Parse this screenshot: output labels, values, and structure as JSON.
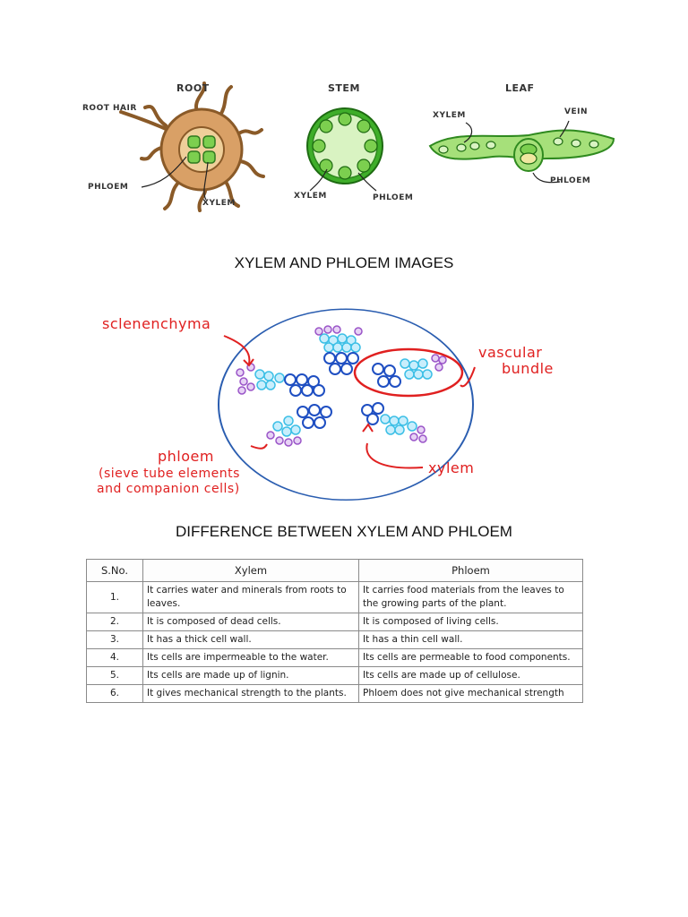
{
  "fig1": {
    "labels": {
      "root": "ROOT",
      "stem": "STEM",
      "leaf": "LEAF",
      "root_hair": "ROOT HAIR",
      "root_phloem": "PHLOEM",
      "root_xylem": "XYLEM",
      "stem_xylem": "XYLEM",
      "stem_phloem": "PHLOEM",
      "leaf_xylem": "XYLEM",
      "leaf_vein": "VEIN",
      "leaf_phloem": "PHLOEM"
    },
    "colors": {
      "root": "#d9a066",
      "root_inner": "#efcf9a",
      "stem": "#3fae2a",
      "leaf": "#a6e07a",
      "vascular": "#7ccf4f"
    }
  },
  "caption1": "XYLEM AND PHLOEM IMAGES",
  "fig2": {
    "labels": {
      "sclerenchyma": "sclenenchyma",
      "vascular1": "vascular",
      "vascular2": "bundle",
      "phloem": "phloem",
      "phloem_desc1": "(sieve tube elements",
      "phloem_desc2": "and companion cells)",
      "xylem": "xylem"
    },
    "colors": {
      "label": "#e02020",
      "outline": "#2a5db0",
      "xylem": "#1f4fc2",
      "phloem": "#3cbfe6",
      "sclerenchyma": "#9a55c8"
    }
  },
  "caption2": "DIFFERENCE BETWEEN XYLEM AND PHLOEM",
  "table": {
    "headers": [
      "S.No.",
      "Xylem",
      "Phloem"
    ],
    "rows": [
      {
        "sno": "1.",
        "xylem": "It carries water and minerals from roots to leaves.",
        "phloem": "It carries food materials from the leaves to the growing parts of the plant."
      },
      {
        "sno": "2.",
        "xylem": "It is composed of dead cells.",
        "phloem": "It is composed of living cells."
      },
      {
        "sno": "3.",
        "xylem": "It has a thick cell wall.",
        "phloem": "It has a thin cell wall."
      },
      {
        "sno": "4.",
        "xylem": "Its cells are impermeable to the water.",
        "phloem": "Its cells are permeable to food components."
      },
      {
        "sno": "5.",
        "xylem": "Its cells are made up of lignin.",
        "phloem": "Its cells are made up of cellulose."
      },
      {
        "sno": "6.",
        "xylem": "It gives mechanical strength to the plants.",
        "phloem": "Phloem does not give mechanical strength"
      }
    ]
  }
}
